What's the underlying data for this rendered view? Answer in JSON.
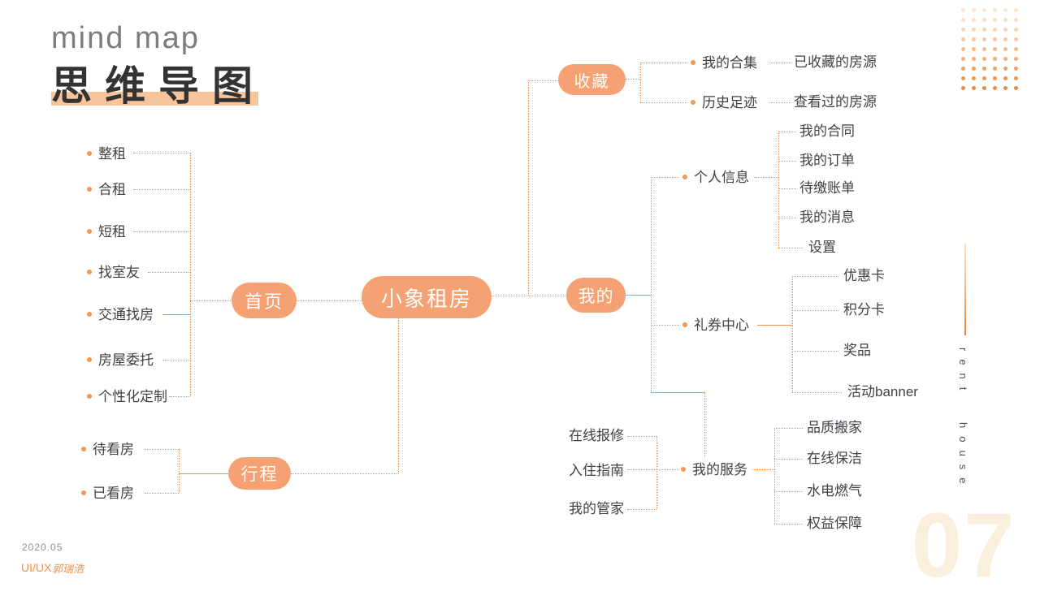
{
  "header": {
    "subtitle": "mind map",
    "title": "思维导图"
  },
  "decor": {
    "rows": 9,
    "cols": 6,
    "row_colors": [
      "#fbe6d3",
      "#fadfc7",
      "#f8d3b2",
      "#f5c79e",
      "#f3ba89",
      "#f1ae75",
      "#efa261",
      "#ed964e",
      "#ec8a3e"
    ]
  },
  "rail": {
    "vertical_text": "rent house",
    "page_number": "07"
  },
  "footer": {
    "date": "2020.05",
    "role": "UI/UX",
    "signature": "郭瑞浩"
  },
  "mindmap": {
    "root": {
      "label": "小象租房"
    },
    "home": {
      "label": "首页",
      "children": [
        "整租",
        "合租",
        "短租",
        "找室友",
        "交通找房",
        "房屋委托",
        "个性化定制"
      ]
    },
    "trip": {
      "label": "行程",
      "children": [
        "待看房",
        "已看房"
      ]
    },
    "favorites": {
      "label": "收藏",
      "children": [
        {
          "label": "我的合集",
          "note": "已收藏的房源"
        },
        {
          "label": "历史足迹",
          "note": "查看过的房源"
        }
      ]
    },
    "mine": {
      "label": "我的",
      "profile": {
        "label": "个人信息",
        "children": [
          "我的合同",
          "我的订单",
          "待缴账单",
          "我的消息",
          "设置"
        ]
      },
      "coupons": {
        "label": "礼券中心",
        "children": [
          "优惠卡",
          "积分卡",
          "奖品",
          "活动banner"
        ]
      },
      "services": {
        "label": "我的服务",
        "left_children": [
          "在线报修",
          "入住指南",
          "我的管家"
        ],
        "children": [
          "品质搬家",
          "在线保洁",
          "水电燃气",
          "权益保障"
        ]
      }
    }
  },
  "colors": {
    "accent": "#f5a173",
    "line": "#ef9450",
    "bullet": "#f09a55",
    "text": "#3f4245",
    "highlight": "#f9c49a",
    "page_number": "#faeedd"
  }
}
